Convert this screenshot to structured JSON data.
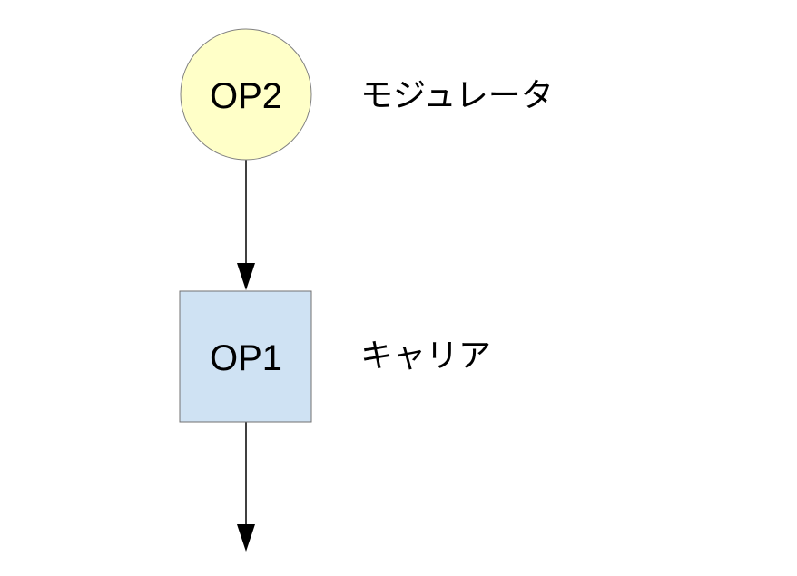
{
  "nodes": {
    "modulator": {
      "label": "OP2",
      "role_label": "モジュレータ",
      "fill": "#ffffc8",
      "stroke": "#808080"
    },
    "carrier": {
      "label": "OP1",
      "role_label": "キャリア",
      "fill": "#cfe2f3",
      "stroke": "#707070"
    }
  },
  "edge_color": "#000000"
}
